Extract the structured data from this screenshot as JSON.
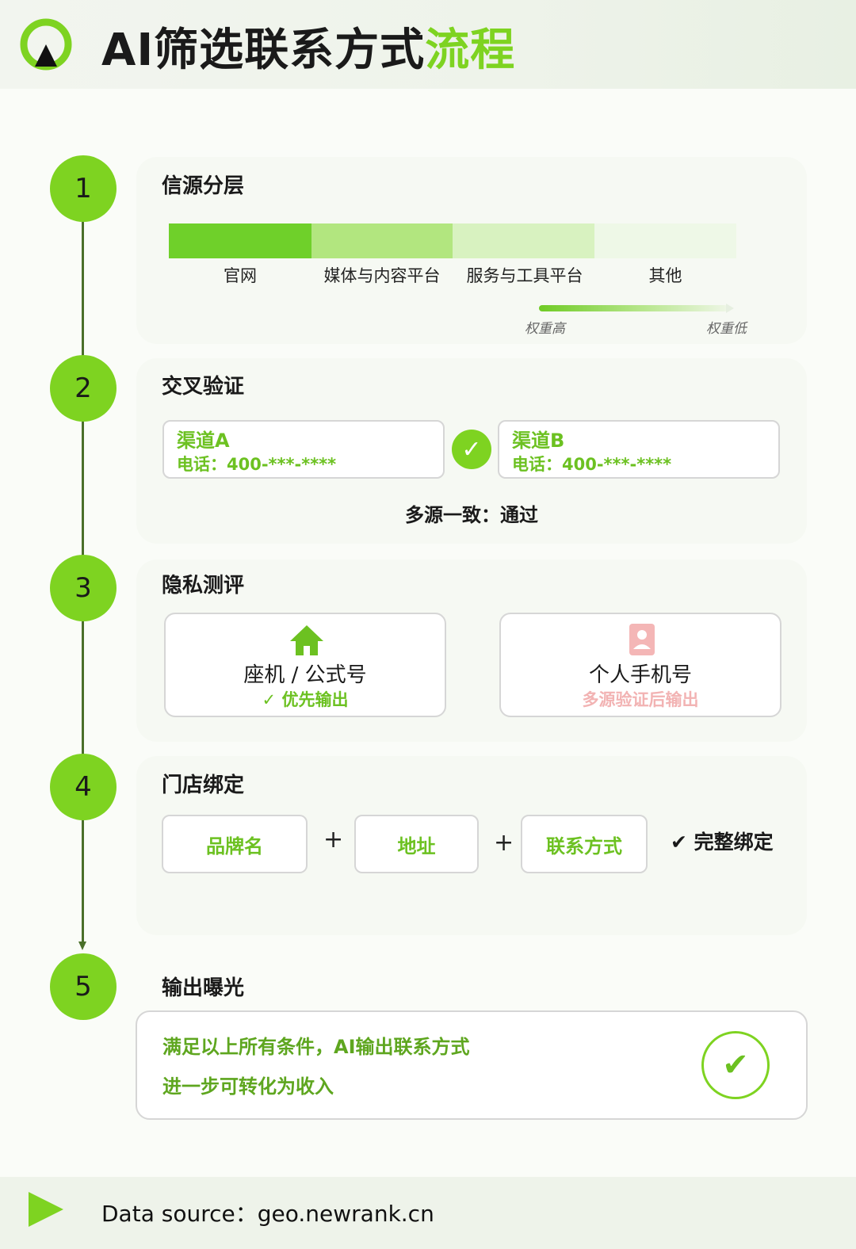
{
  "header": {
    "title_main": "AI筛选联系方式",
    "title_accent": "流程"
  },
  "steps": [
    {
      "number": "1",
      "title": "信源分层",
      "tiers": [
        {
          "label": "官网",
          "color": "#6fd02a"
        },
        {
          "label": "媒体与内容平台",
          "color": "#b2e67f"
        },
        {
          "label": "服务与工具平台",
          "color": "#d8f2c0"
        },
        {
          "label": "其他",
          "color": "#eef8e7"
        }
      ],
      "weight_high": "权重高",
      "weight_low": "权重低"
    },
    {
      "number": "2",
      "title": "交叉验证",
      "channels": [
        {
          "name": "渠道A",
          "phone": "电话：400-***-****"
        },
        {
          "name": "渠道B",
          "phone": "电话：400-***-****"
        }
      ],
      "check_mark": "✓",
      "result": "多源一致：通过"
    },
    {
      "number": "3",
      "title": "隐私测评",
      "options": [
        {
          "icon": "house-icon",
          "name": "座机 / 公式号",
          "note": "✓ 优先输出",
          "note_color": "#6cc121"
        },
        {
          "icon": "person-icon",
          "name": "个人手机号",
          "note": "多源验证后输出",
          "note_color": "#f2b3b3"
        }
      ]
    },
    {
      "number": "4",
      "title": "门店绑定",
      "items": [
        "品牌名",
        "地址",
        "联系方式"
      ],
      "plus": "+",
      "result": "✔ 完整绑定"
    },
    {
      "number": "5",
      "title": "输出曝光",
      "lines": [
        "满足以上所有条件，AI输出联系方式",
        "进一步可转化为收入"
      ],
      "check_mark": "✔"
    }
  ],
  "footer": {
    "source": "Data source：geo.newrank.cn"
  },
  "colors": {
    "accent": "#7ed321",
    "timeline": "#4a6f2a"
  }
}
